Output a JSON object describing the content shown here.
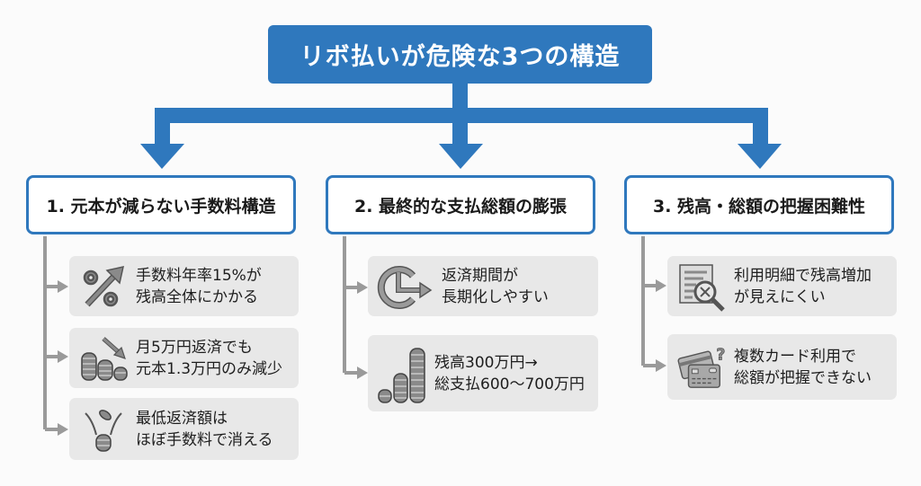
{
  "title": "リボ払いが危険な3つの構造",
  "colors": {
    "accent": "#2f78bd",
    "item_bg": "#e8e8e8",
    "connector_gray": "#9a9a9a",
    "icon_gray": "#7a7a7a"
  },
  "categories": [
    {
      "label": "1. 元本が減らない手数料構造",
      "items": [
        {
          "icon": "percent-up-arrow-icon",
          "lines": [
            "手数料年率15%が",
            "残高全体にかかる"
          ]
        },
        {
          "icon": "coins-decreasing-icon",
          "lines": [
            "月5万円返済でも",
            "元本1.3万円のみ減少"
          ]
        },
        {
          "icon": "coin-falling-icon",
          "lines": [
            "最低返済額は",
            "ほぼ手数料で消える"
          ]
        }
      ]
    },
    {
      "label": "2. 最終的な支払総額の膨張",
      "items": [
        {
          "icon": "clock-extend-icon",
          "lines": [
            "返済期間が",
            "長期化しやすい"
          ]
        },
        {
          "icon": "coins-growing-icon",
          "lines": [
            "残高300万円→",
            "総支払600〜700万円"
          ]
        }
      ]
    },
    {
      "label": "3. 残高・総額の把握困難性",
      "items": [
        {
          "icon": "statement-magnifier-icon",
          "lines": [
            "利用明細で残高増加",
            "が見えにくい"
          ]
        },
        {
          "icon": "cards-question-icon",
          "lines": [
            "複数カード利用で",
            "総額が把握できない"
          ]
        }
      ]
    }
  ]
}
